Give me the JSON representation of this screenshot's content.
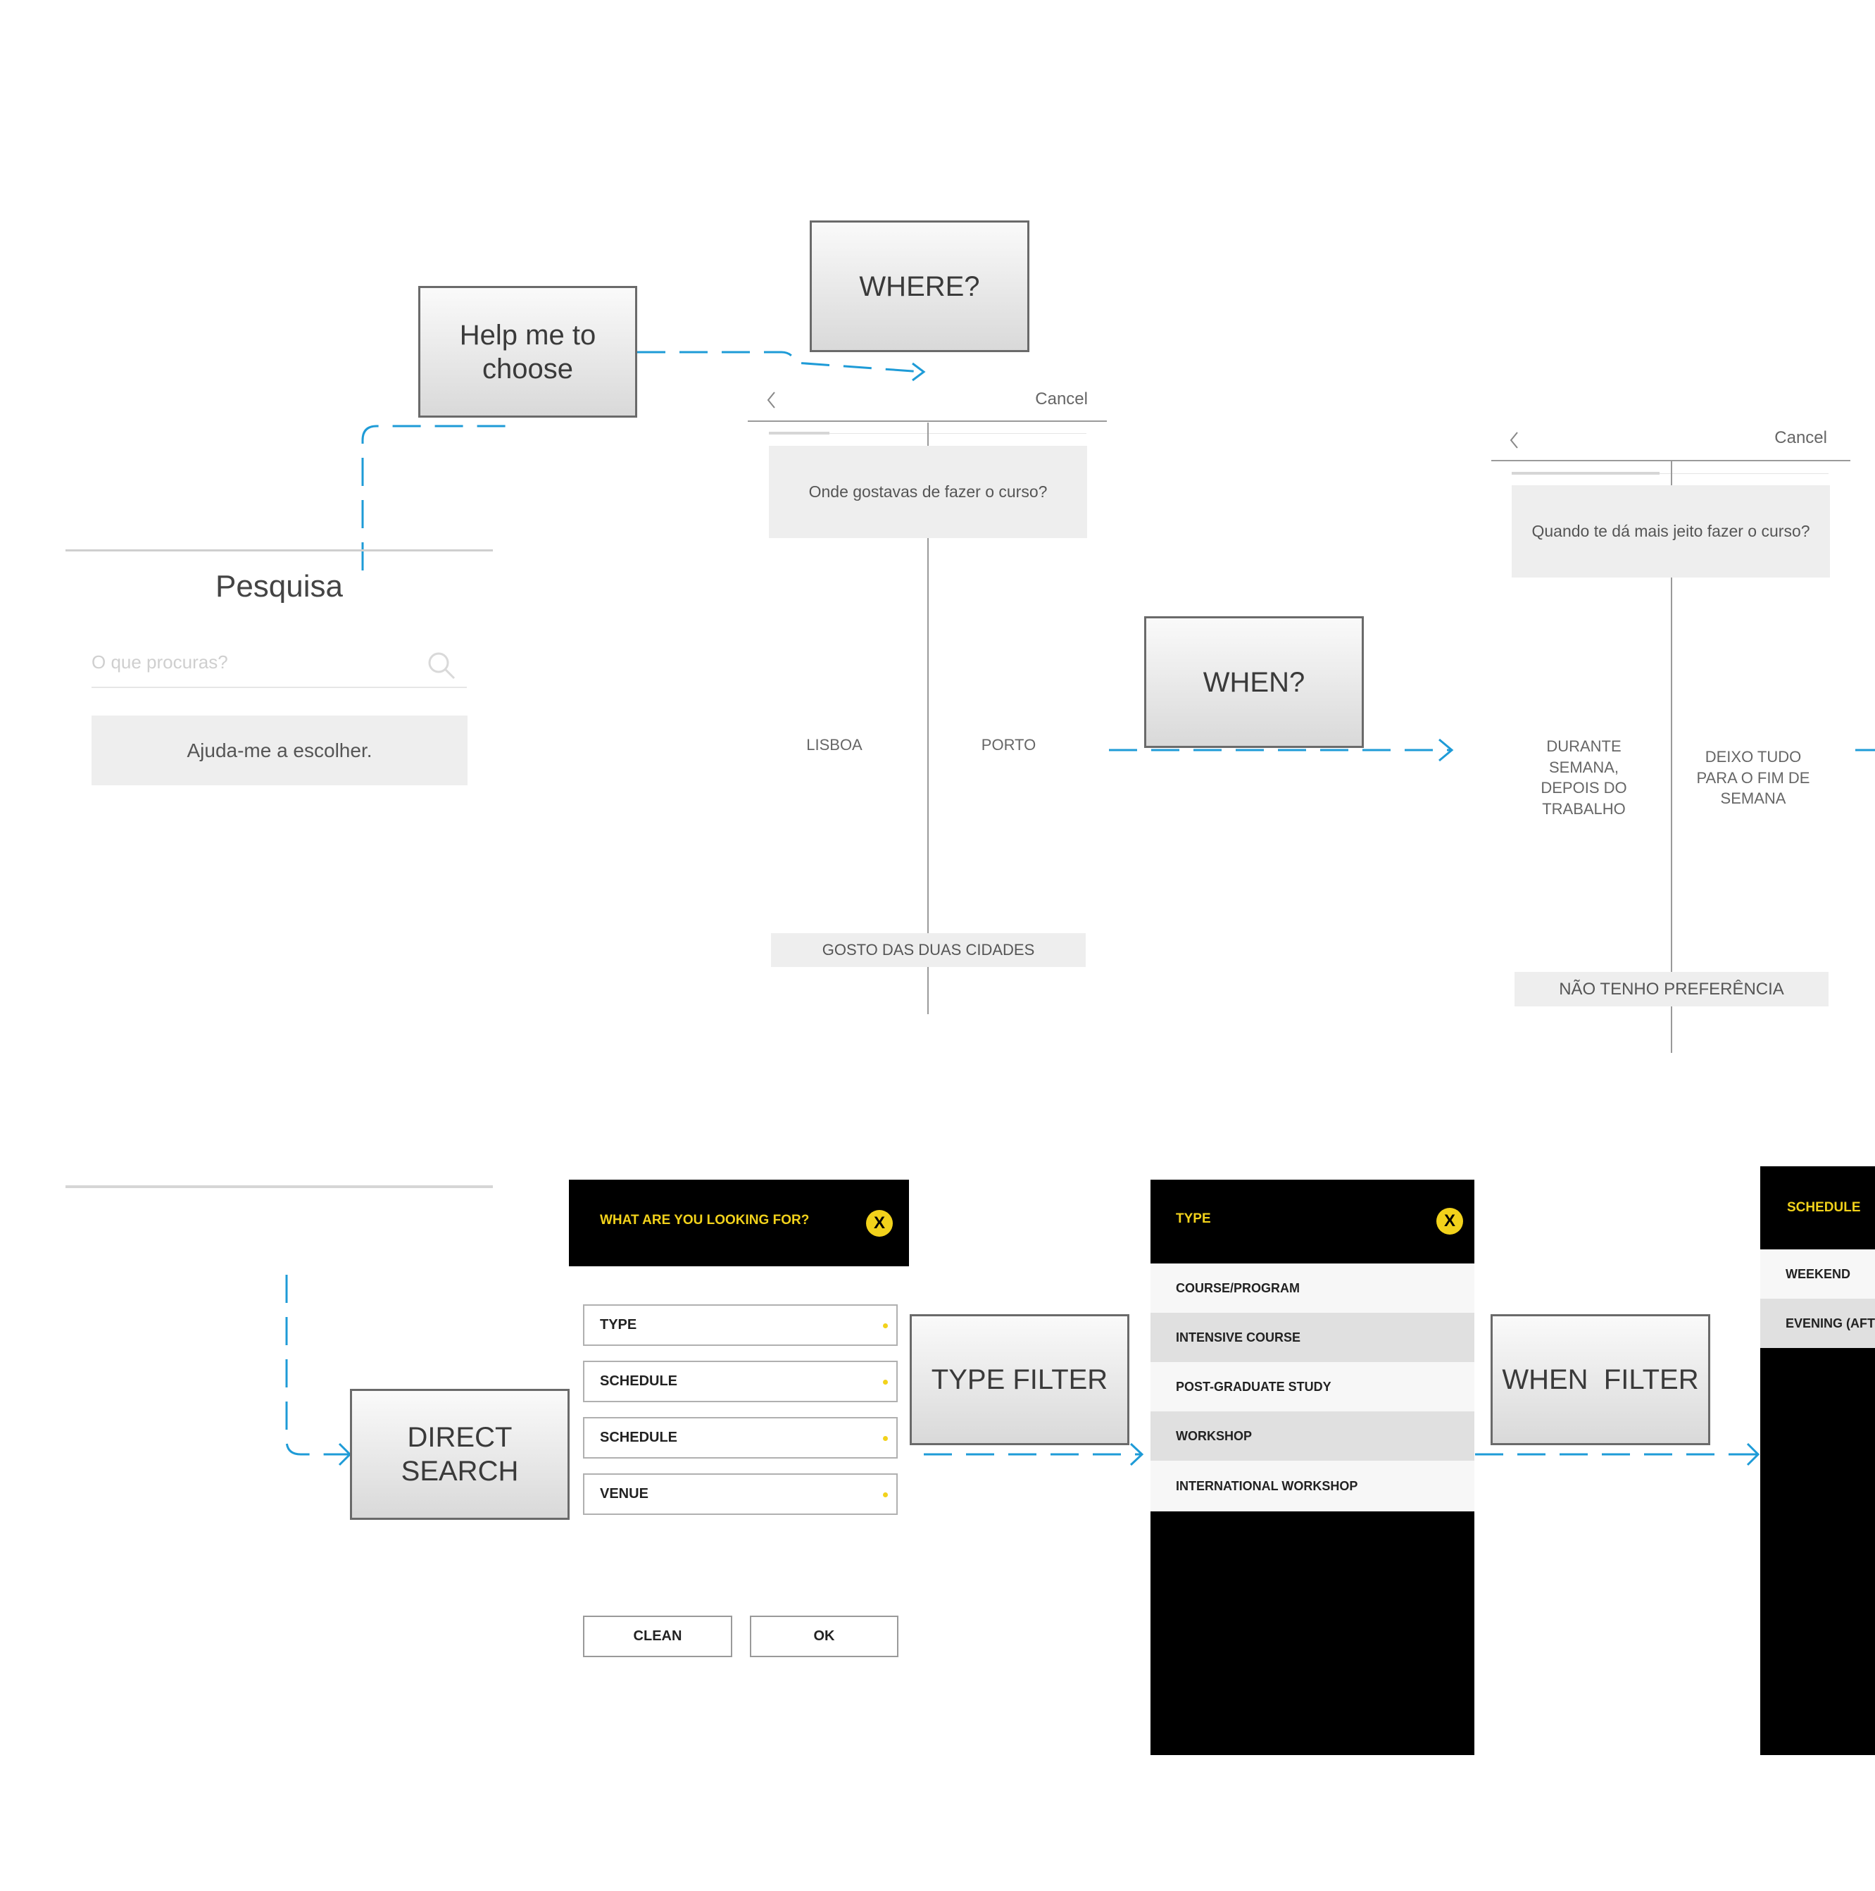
{
  "flow_boxes": {
    "help": "Help me to choose",
    "where": "WHERE?",
    "when": "WHEN?",
    "direct_search": "DIRECT SEARCH",
    "type_filter": "TYPE FILTER",
    "when_filter": "WHEN  FILTER"
  },
  "pesquisa": {
    "title": "Pesquisa",
    "search_placeholder": "O que procuras?",
    "help_button": "Ajuda-me a escolher."
  },
  "where_screen": {
    "cancel": "Cancel",
    "question": "Onde gostavas de fazer o curso?",
    "options": [
      "LISBOA",
      "PORTO"
    ],
    "both": "GOSTO DAS DUAS CIDADES"
  },
  "when_screen": {
    "cancel": "Cancel",
    "question": "Quando te dá mais jeito fazer o curso?",
    "options": [
      "DURANTE SEMANA, DEPOIS DO TRABALHO",
      "DEIXO TUDO PARA O FIM DE SEMANA"
    ],
    "none": "NÃO TENHO PREFERÊNCIA"
  },
  "search_modal": {
    "title": "WHAT ARE YOU LOOKING FOR?",
    "close": "X",
    "fields": [
      "TYPE",
      "SCHEDULE",
      "SCHEDULE",
      "VENUE"
    ],
    "clean": "CLEAN",
    "ok": "OK"
  },
  "type_panel": {
    "title": "TYPE",
    "close": "X",
    "items": [
      "COURSE/PROGRAM",
      "INTENSIVE COURSE",
      "POST-GRADUATE STUDY",
      "WORKSHOP",
      "INTERNATIONAL WORKSHOP"
    ]
  },
  "schedule_panel": {
    "title": "SCHEDULE",
    "items": [
      "WEEKEND",
      "EVENING (AFT"
    ]
  },
  "colors": {
    "arrow": "#1e9bd7",
    "accent_yellow": "#f2d21b",
    "panel_black": "#000000",
    "box_grey": "#eeeeee"
  }
}
